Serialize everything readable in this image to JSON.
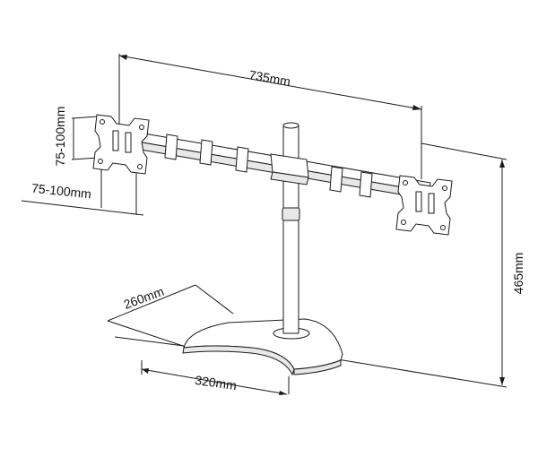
{
  "dimensions": {
    "width_span": "735mm",
    "height": "465mm",
    "vesa_vertical": "75-100mm",
    "vesa_horizontal": "75-100mm",
    "base_depth": "260mm",
    "base_width": "320mm"
  }
}
